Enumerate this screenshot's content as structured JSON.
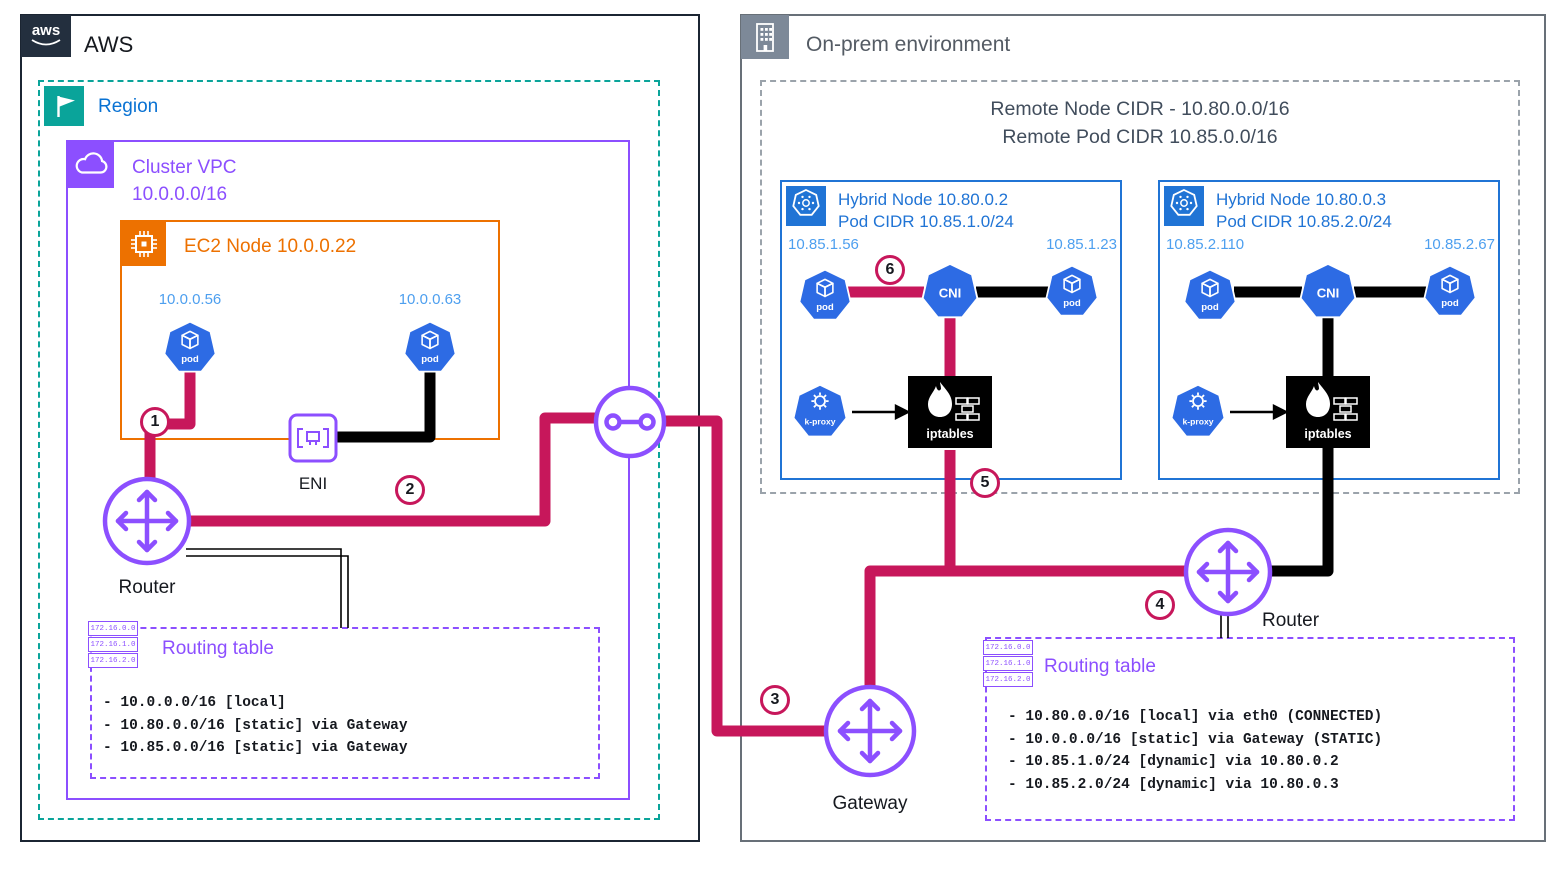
{
  "aws": {
    "logo_text": "aws",
    "title": "AWS",
    "region_label": "Region",
    "vpc": {
      "title": "Cluster VPC",
      "cidr": "10.0.0.0/16"
    },
    "ec2": {
      "title": "EC2 Node 10.0.0.22",
      "pods": [
        {
          "ip": "10.0.0.56",
          "label": "pod"
        },
        {
          "ip": "10.0.0.63",
          "label": "pod"
        }
      ]
    },
    "eni_label": "ENI",
    "router_label": "Router",
    "routing_table": {
      "title": "Routing table",
      "stack": [
        "172.16.0.0",
        "172.16.1.0",
        "172.16.2.0"
      ],
      "entries": [
        {
          "p0": "- 10.0.0.0/16 ",
          "p1": "[local]"
        },
        {
          "p0": "- 10.80.0.0/16 ",
          "p1": "[static]",
          "p2": " via ",
          "p3": "Gateway"
        },
        {
          "p0": "- 10.85.0.0/16 ",
          "p1": "[static]",
          "p2": " via ",
          "p3": "Gateway"
        }
      ]
    }
  },
  "onprem": {
    "title": "On-prem environment",
    "cidr_line1": "Remote Node CIDR - 10.80.0.0/16",
    "cidr_line2": "Remote Pod CIDR 10.85.0.0/16",
    "nodes": [
      {
        "title": "Hybrid Node 10.80.0.2",
        "pod_cidr": "Pod CIDR 10.85.1.0/24",
        "left_ip": "10.85.1.56",
        "right_ip": "10.85.1.23",
        "pod_label": "pod",
        "cni_label": "CNI",
        "kproxy_label": "k-proxy",
        "iptables_label": "iptables"
      },
      {
        "title": "Hybrid Node 10.80.0.3",
        "pod_cidr": "Pod CIDR 10.85.2.0/24",
        "left_ip": "10.85.2.110",
        "right_ip": "10.85.2.67",
        "pod_label": "pod",
        "cni_label": "CNI",
        "kproxy_label": "k-proxy",
        "iptables_label": "iptables"
      }
    ],
    "router_label": "Router",
    "gateway_label": "Gateway",
    "routing_table": {
      "title": "Routing table",
      "stack": [
        "172.16.0.0",
        "172.16.1.0",
        "172.16.2.0"
      ],
      "entries": [
        {
          "p0": "- 10.80.0.0/16 ",
          "p1": "[local]",
          "p2": " via eth0 ",
          "p3": "(CONNECTED)"
        },
        {
          "p0": "- 10.0.0.0/16 ",
          "p1": "[static]",
          "p2": " via ",
          "p3": "Gateway",
          "p4": " (STATIC)"
        },
        {
          "p0": "- 10.85.1.0/24 ",
          "p1": "[dynamic]",
          "p2": " via ",
          "p3": "10.80.0.2"
        },
        {
          "p0": "- 10.85.2.0/24 ",
          "p1": "[dynamic]",
          "p2": " via ",
          "p3": "10.80.0.3"
        }
      ]
    }
  },
  "badges": {
    "labels": [
      "1",
      "2",
      "3",
      "4",
      "5",
      "6"
    ]
  },
  "colors": {
    "crimson": "#C7175B",
    "purple": "#8C4FFF",
    "orange": "#ED7100",
    "node_blue": "#2074D5",
    "ip_blue": "#4D9FEF",
    "teal": "#0AA49A",
    "green": "#1D8102",
    "link_blue": "#0972D3"
  }
}
